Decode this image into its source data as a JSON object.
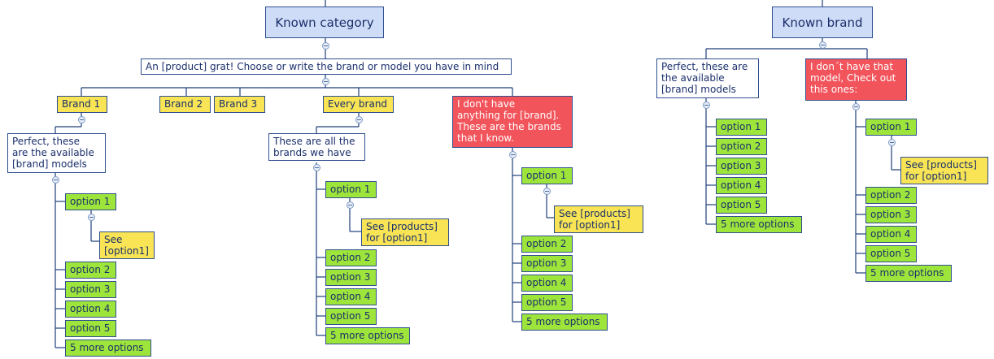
{
  "trees": {
    "category": {
      "root": "Known category",
      "prompt": "An [product] grat! Choose or write the brand or model you have in mind",
      "brand1": "Brand 1",
      "brand2": "Brand 2",
      "brand3": "Brand 3",
      "every_brand": "Every brand",
      "no_brand": "I don't have\nanything for [brand].\nThese are the brands\nthat I know.",
      "brand1_models": "Perfect, these\nare the available\n[brand] models",
      "all_brands": "These are all the\nbrands we have",
      "see_option1_short": "See\n[option1]",
      "see_products": "See [products]\nfor [option1]"
    },
    "brand": {
      "root": "Known brand",
      "models": "Perfect, these are\nthe available\n[brand] models",
      "no_model": "I don´t have that\nmodel, Check out\nthis ones:",
      "see_products": "See [products]\nfor [option1]"
    }
  },
  "options": {
    "option1": "option 1",
    "option2": "option 2",
    "option3": "option 3",
    "option4": "option 4",
    "option5": "option 5",
    "more": "5 more options"
  },
  "colors": {
    "line": "#1f3f7a",
    "root_fill": "#cfdcf7",
    "option_fill": "#9ee53b",
    "brand_fill": "#f8e454",
    "alert_fill": "#f2545b"
  }
}
